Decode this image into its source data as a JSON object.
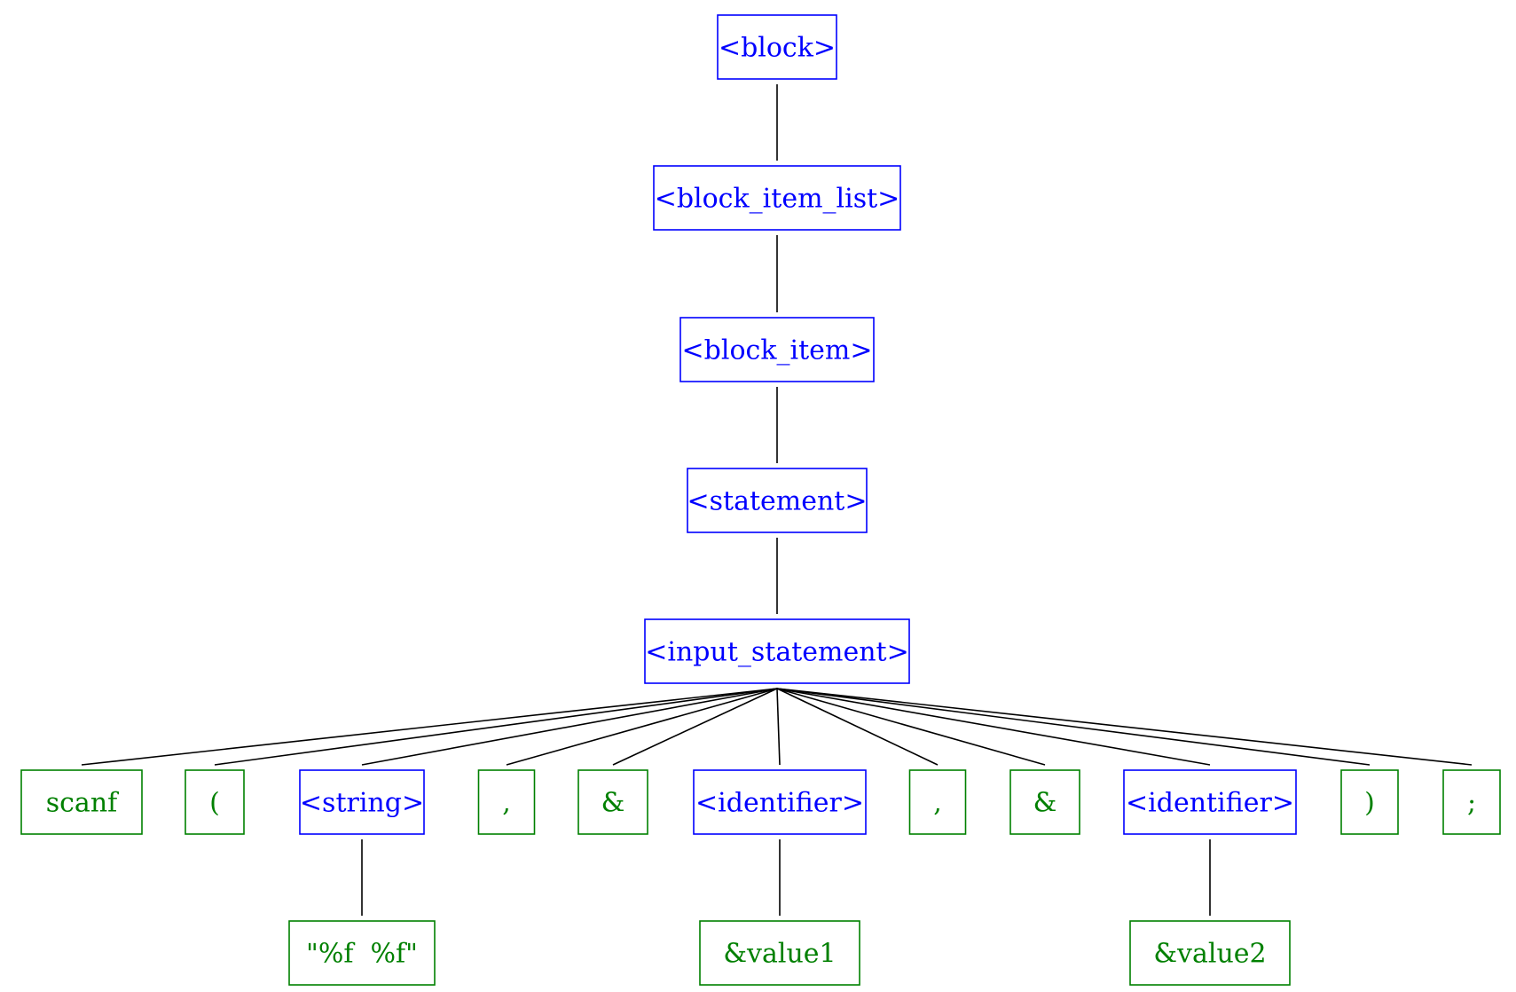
{
  "colors": {
    "nonterminal": "#0000ff",
    "terminal": "#008000",
    "edge": "#000000"
  },
  "nodes": [
    {
      "id": "block",
      "label": "<block>",
      "kind": "nonterminal"
    },
    {
      "id": "block_item_list",
      "label": "<block_item_list>",
      "kind": "nonterminal"
    },
    {
      "id": "block_item",
      "label": "<block_item>",
      "kind": "nonterminal"
    },
    {
      "id": "statement",
      "label": "<statement>",
      "kind": "nonterminal"
    },
    {
      "id": "input_statement",
      "label": "<input_statement>",
      "kind": "nonterminal"
    },
    {
      "id": "scanf",
      "label": "scanf",
      "kind": "terminal"
    },
    {
      "id": "lparen",
      "label": "(",
      "kind": "terminal"
    },
    {
      "id": "string",
      "label": "<string>",
      "kind": "nonterminal"
    },
    {
      "id": "comma1",
      "label": ",",
      "kind": "terminal"
    },
    {
      "id": "amp1",
      "label": "&",
      "kind": "terminal"
    },
    {
      "id": "identifier1",
      "label": "<identifier>",
      "kind": "nonterminal"
    },
    {
      "id": "comma2",
      "label": ",",
      "kind": "terminal"
    },
    {
      "id": "amp2",
      "label": "&",
      "kind": "terminal"
    },
    {
      "id": "identifier2",
      "label": "<identifier>",
      "kind": "nonterminal"
    },
    {
      "id": "rparen",
      "label": ")",
      "kind": "terminal"
    },
    {
      "id": "semicolon",
      "label": ";",
      "kind": "terminal"
    },
    {
      "id": "format_string",
      "label": "\"%f  %f\"",
      "kind": "terminal"
    },
    {
      "id": "value1",
      "label": "&value1",
      "kind": "terminal"
    },
    {
      "id": "value2",
      "label": "&value2",
      "kind": "terminal"
    }
  ],
  "edges": [
    [
      "block",
      "block_item_list"
    ],
    [
      "block_item_list",
      "block_item"
    ],
    [
      "block_item",
      "statement"
    ],
    [
      "statement",
      "input_statement"
    ],
    [
      "input_statement",
      "scanf"
    ],
    [
      "input_statement",
      "lparen"
    ],
    [
      "input_statement",
      "string"
    ],
    [
      "input_statement",
      "comma1"
    ],
    [
      "input_statement",
      "amp1"
    ],
    [
      "input_statement",
      "identifier1"
    ],
    [
      "input_statement",
      "comma2"
    ],
    [
      "input_statement",
      "amp2"
    ],
    [
      "input_statement",
      "identifier2"
    ],
    [
      "input_statement",
      "rparen"
    ],
    [
      "input_statement",
      "semicolon"
    ],
    [
      "string",
      "format_string"
    ],
    [
      "identifier1",
      "value1"
    ],
    [
      "identifier2",
      "value2"
    ]
  ]
}
